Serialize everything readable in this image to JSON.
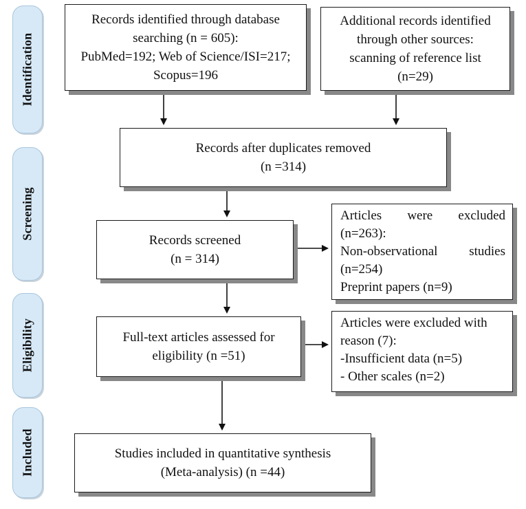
{
  "stages": [
    {
      "id": "identification",
      "label": "Identification"
    },
    {
      "id": "screening",
      "label": "Screening"
    },
    {
      "id": "eligibility",
      "label": "Eligibility"
    },
    {
      "id": "included",
      "label": "Included"
    }
  ],
  "boxes": {
    "database_search": {
      "lines": [
        "Records identified through database",
        "searching (n = 605):",
        "PubMed=192; Web of Science/ISI=217;",
        "Scopus=196"
      ]
    },
    "other_sources": {
      "lines": [
        "Additional records identified",
        "through other sources:",
        "scanning of reference list",
        "(n=29)"
      ]
    },
    "duplicates_removed": {
      "lines": [
        "Records after duplicates removed",
        "(n =314)"
      ]
    },
    "records_screened": {
      "lines": [
        "Records screened",
        "(n = 314)"
      ]
    },
    "screening_excluded": {
      "lines": [
        "Articles were excluded",
        "(n=263):",
        "Non-observational studies",
        "(n=254)",
        "Preprint papers (n=9)"
      ]
    },
    "full_text": {
      "lines": [
        "Full-text articles assessed for",
        "eligibility (n =51)"
      ]
    },
    "eligibility_excluded": {
      "lines": [
        "Articles were excluded with",
        "reason (7):",
        "-Insufficient data (n=5)",
        "- Other scales (n=2)"
      ]
    },
    "included": {
      "lines": [
        "Studies included in quantitative synthesis",
        "(Meta-analysis) (n =44)"
      ]
    }
  },
  "colors": {
    "stage_fill": "#d7e9f7",
    "box_border": "#1a1a1a",
    "box_shadow": "#888888"
  }
}
